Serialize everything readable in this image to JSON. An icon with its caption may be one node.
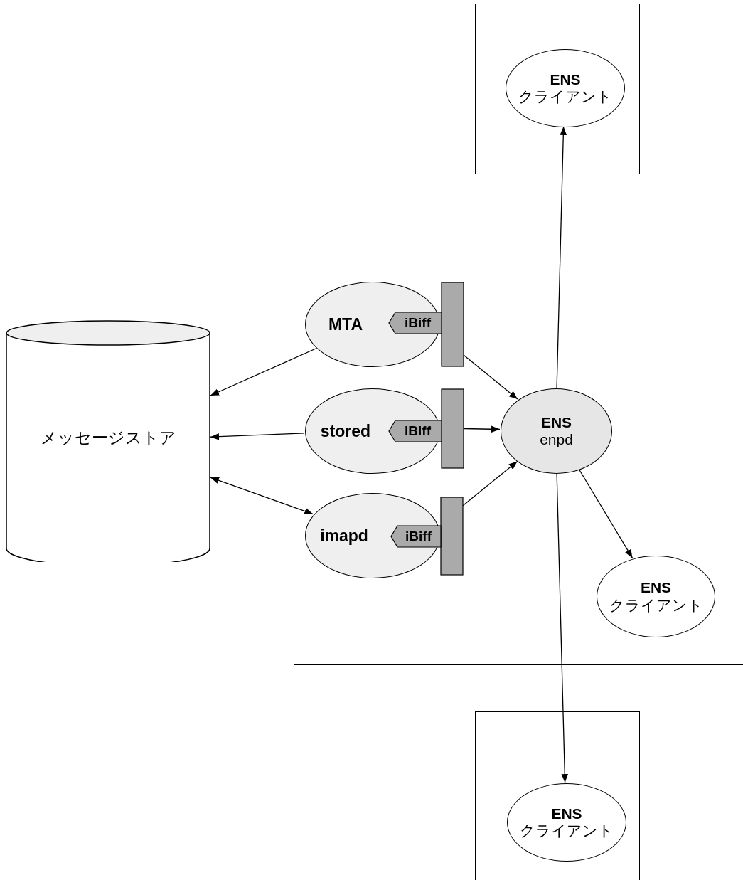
{
  "diagram": {
    "nodes": [
      {
        "text": [],
        "shape": "box"
      },
      {
        "text": [
          "ENS",
          "クライアント"
        ],
        "in": 0
      },
      {
        "text": [],
        "shape": "box"
      },
      {
        "text": [
          "メッセージストア"
        ]
      },
      {
        "text": [
          "MTA"
        ],
        "in": 2
      },
      {
        "text": [
          "iBiff"
        ],
        "in": 2
      },
      {
        "text": [
          "stored"
        ],
        "in": 2
      },
      {
        "text": [
          "iBiff"
        ],
        "in": 2
      },
      {
        "text": [
          "imapd"
        ],
        "in": 2
      },
      {
        "text": [
          "iBiff"
        ],
        "in": 2
      },
      {
        "text": [
          "ENS",
          "enpd"
        ],
        "in": 2
      },
      {
        "text": [
          "ENS",
          "クライアント"
        ],
        "in": 2
      },
      {
        "text": [],
        "shape": "box"
      },
      {
        "text": [
          "ENS",
          "クライアント"
        ],
        "in": 12
      }
    ],
    "edges": [
      {
        "from": 4,
        "to": 3,
        "arrow": "to"
      },
      {
        "from": 6,
        "to": 3,
        "arrow": "to"
      },
      {
        "from": 8,
        "to": 3,
        "arrow": "both"
      },
      {
        "from": 5,
        "to": 10,
        "arrow": "to"
      },
      {
        "from": 7,
        "to": 10,
        "arrow": "to"
      },
      {
        "from": 9,
        "to": 10,
        "arrow": "to"
      },
      {
        "from": 10,
        "to": 1,
        "arrow": "to"
      },
      {
        "from": 10,
        "to": 11,
        "arrow": "to"
      },
      {
        "from": 10,
        "to": 13,
        "arrow": "to"
      }
    ]
  }
}
